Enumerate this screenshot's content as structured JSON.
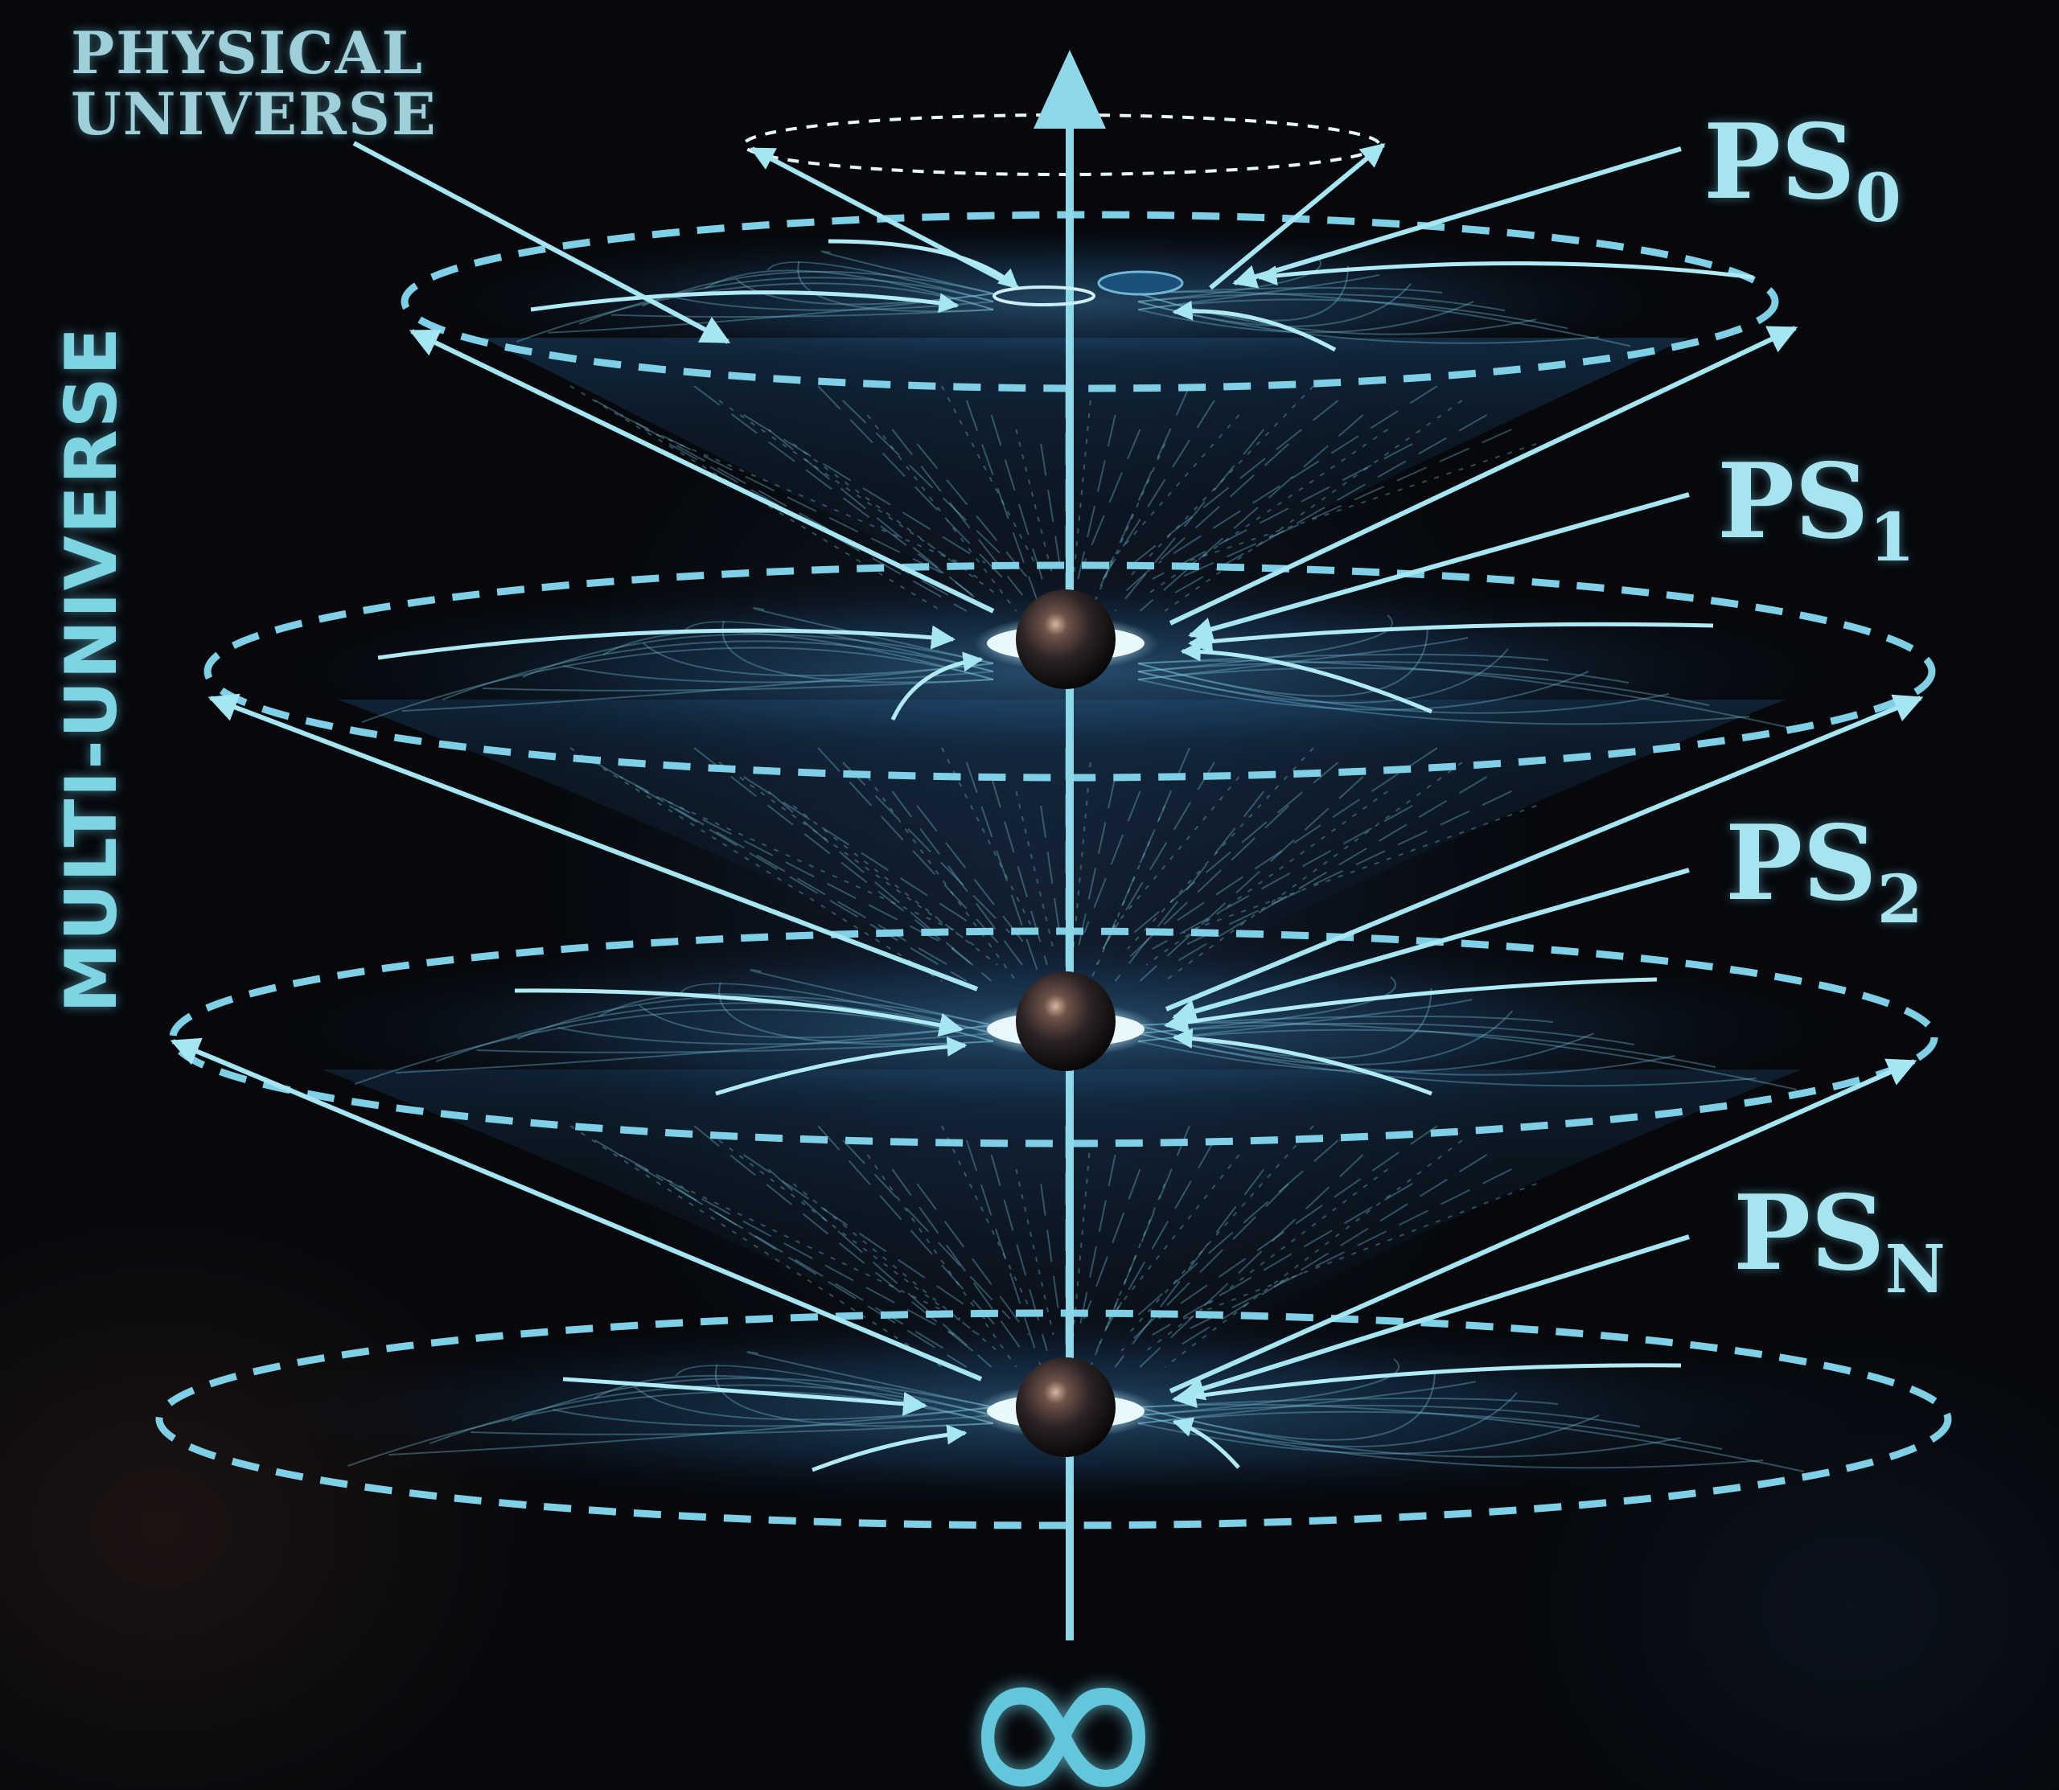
{
  "labels": {
    "physical_line1": "PHYSICAL",
    "physical_line2": "UNIVERSE",
    "multi_universe": "MULTI-UNIVERSE",
    "infinity": "∞"
  },
  "planes": [
    {
      "prefix": "PS",
      "sub": "0"
    },
    {
      "prefix": "PS",
      "sub": "1"
    },
    {
      "prefix": "PS",
      "sub": "2"
    },
    {
      "prefix": "PS",
      "sub": "N"
    }
  ],
  "colors": {
    "accent": "#a8e4ef",
    "line": "#8fd8ea",
    "dashed": "#7fd0e6",
    "background": "#06080c"
  },
  "icons": {
    "axis": "up-arrow-icon",
    "node": "black-sphere-icon",
    "bottom": "infinity-icon"
  }
}
